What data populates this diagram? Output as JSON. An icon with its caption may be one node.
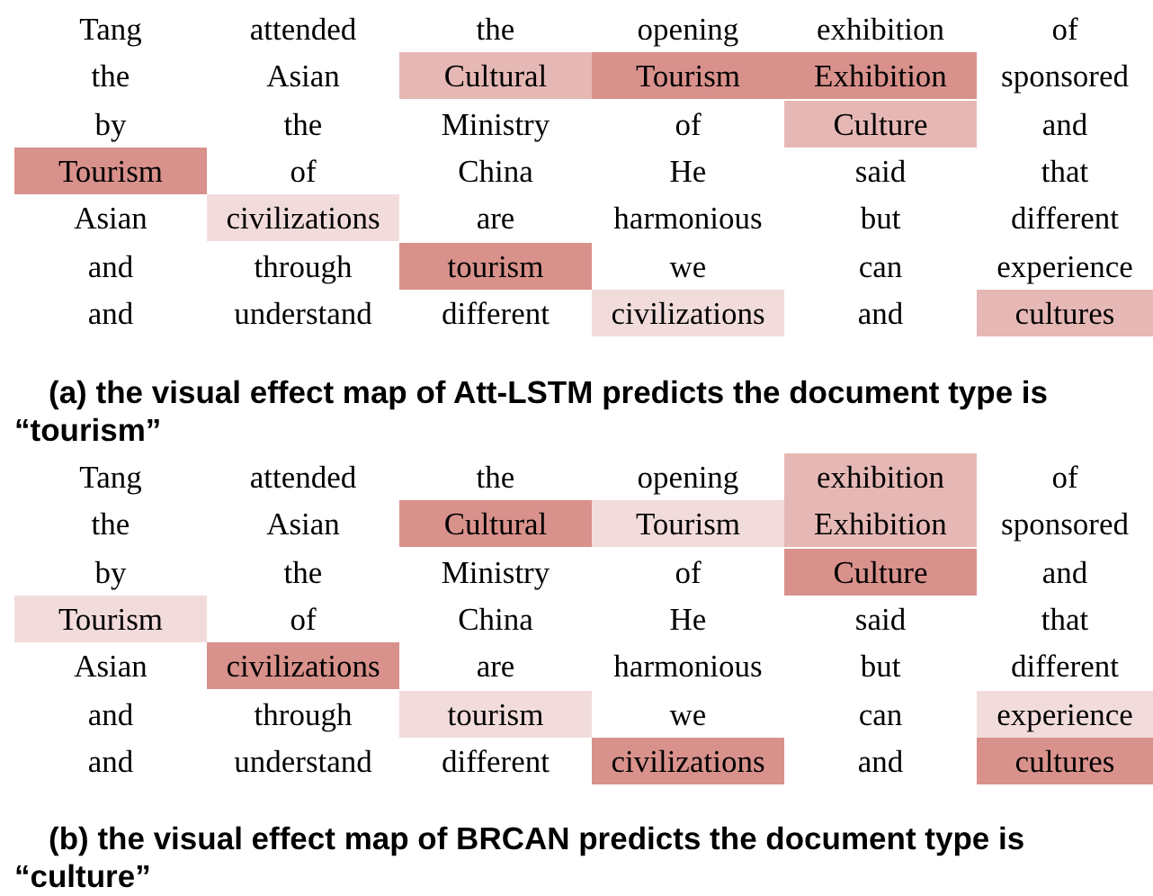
{
  "diagram": {
    "nodes": [
      {
        "text": [
          "Cultural"
        ]
      },
      {
        "text": [
          "Tourism"
        ]
      },
      {
        "text": [
          "Exhibition"
        ]
      },
      {
        "text": [
          "Culture"
        ]
      },
      {
        "text": [
          "Tourism"
        ]
      },
      {
        "text": [
          "civilizations"
        ]
      },
      {
        "text": [
          "tourism"
        ]
      },
      {
        "text": [
          "civilizations"
        ]
      },
      {
        "text": [
          "cultures"
        ]
      },
      {
        "text": [
          "exhibition"
        ]
      },
      {
        "text": [
          "Cultural"
        ]
      },
      {
        "text": [
          "Tourism"
        ]
      },
      {
        "text": [
          "Exhibition"
        ]
      },
      {
        "text": [
          "Culture"
        ]
      },
      {
        "text": [
          "Tourism"
        ]
      },
      {
        "text": [
          "civilizations"
        ]
      },
      {
        "text": [
          "tourism"
        ]
      },
      {
        "text": [
          "experience"
        ]
      },
      {
        "text": [
          "civilizations"
        ]
      },
      {
        "text": [
          "cultures"
        ]
      }
    ],
    "labels": [
      "Tang",
      "attended",
      "the",
      "opening",
      "exhibition",
      "of",
      "the",
      "Asian",
      "sponsored",
      "by",
      "the",
      "Ministry",
      "of",
      "and",
      "of",
      "China",
      "He",
      "said",
      "that",
      "Asian",
      "are",
      "harmonious",
      "but",
      "different",
      "and",
      "through",
      "we",
      "can",
      "experience",
      "and",
      "understand",
      "different",
      "and",
      "(a) the visual effect map of  Att-LSTM predicts the document type is “tourism”",
      "Tang",
      "attended",
      "the",
      "opening",
      "of",
      "the",
      "Asian",
      "sponsored",
      "by",
      "the",
      "Ministry",
      "of",
      "and",
      "of",
      "China",
      "He",
      "said",
      "that",
      "Asian",
      "are",
      "harmonious",
      "but",
      "different",
      "and",
      "through",
      "we",
      "can",
      "and",
      "understand",
      "different",
      "and",
      "(b) the visual effect map of  BRCAN predicts the document type is “culture”"
    ]
  }
}
